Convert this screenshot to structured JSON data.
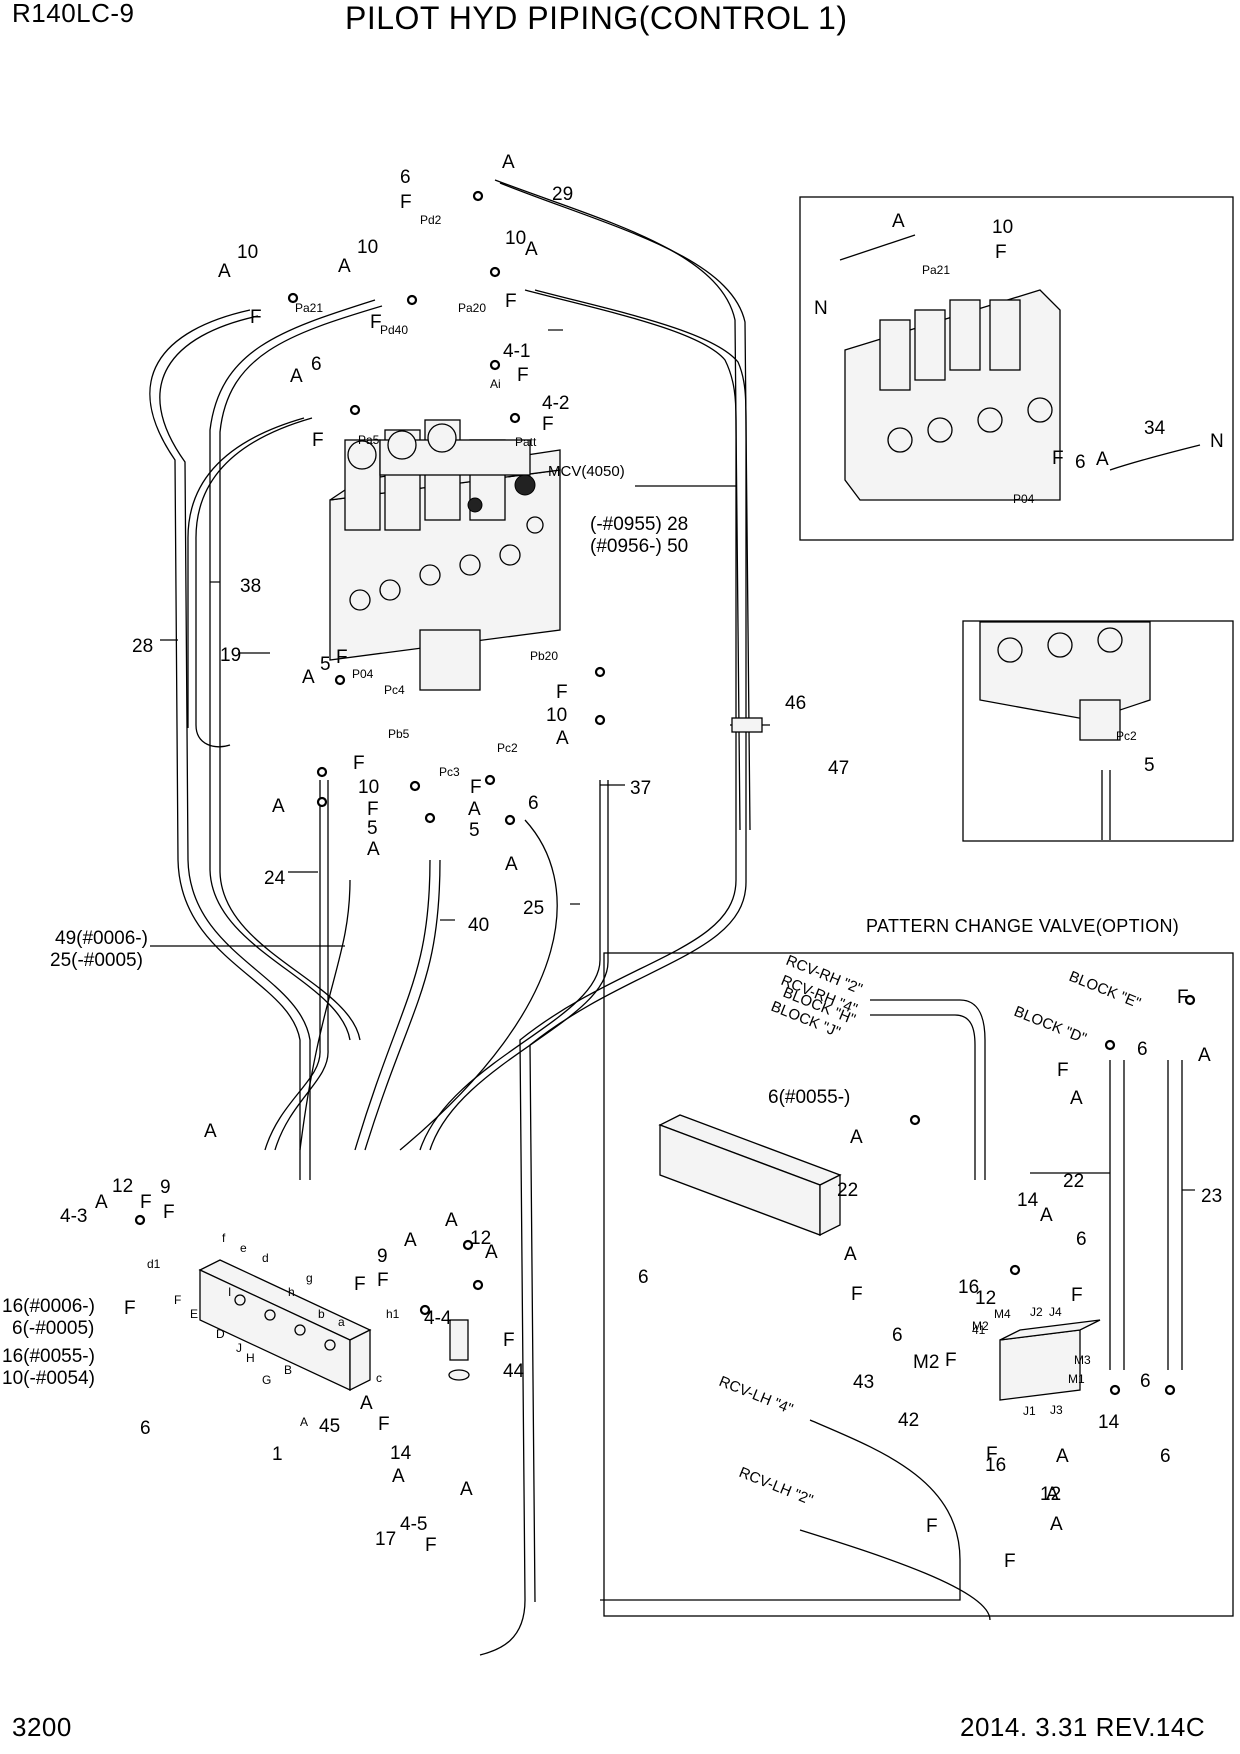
{
  "header": {
    "model": "R140LC-9",
    "title": "PILOT HYD PIPING(CONTROL 1)"
  },
  "footer": {
    "page_number": "3200",
    "revision": "2014. 3.31  REV.14C"
  },
  "mcv_label": "MCV(4050)",
  "hose_note_28_50": [
    "(-#0955) 28",
    "(#0956-) 50"
  ],
  "hose_note_49_25": [
    "49(#0006-)",
    "25(-#0005)"
  ],
  "pattern_change_title": "PATTERN CHANGE VALVE(OPTION)",
  "block_left_notes": [
    "16(#0006-)",
    "6(-#0005)",
    "16(#0055-)",
    "10(-#0054)"
  ],
  "pcv_notes": {
    "rcv_rh_2": "RCV-RH \"2\"",
    "rcv_rh_4": "RCV-RH \"4\"",
    "block_h": "BLOCK \"H\"",
    "block_j": "BLOCK \"J\"",
    "block_e": "BLOCK \"E\"",
    "block_d": "BLOCK \"D\"",
    "six_0055": "6(#0055-)",
    "rcv_lh_4": "RCV-LH \"4\"",
    "rcv_lh_2": "RCV-LH \"2\""
  },
  "port_labels": [
    "Pd2",
    "Pa21",
    "Pd40",
    "Pa20",
    "Ai",
    "Pa5",
    "Patt",
    "P04",
    "Pc4",
    "Pb5",
    "Pc3",
    "Pc2",
    "Pb20",
    "d1",
    "h1",
    "a",
    "b",
    "c",
    "d",
    "e",
    "f",
    "g",
    "h",
    "A",
    "B",
    "D",
    "E",
    "F",
    "G",
    "H",
    "J",
    "I",
    "M1",
    "M2",
    "M3",
    "M4",
    "J1",
    "J2",
    "J3",
    "J4"
  ],
  "callouts": {
    "main": [
      "6",
      "A",
      "F",
      "29",
      "10",
      "A",
      "F",
      "10",
      "A",
      "F",
      "10",
      "A",
      "F",
      "4-1",
      "F",
      "4-2",
      "F",
      "6",
      "A",
      "F",
      "38",
      "19",
      "28",
      "A",
      "5",
      "F",
      "46",
      "47",
      "37",
      "F",
      "10",
      "A",
      "F",
      "10",
      "A",
      "F",
      "5",
      "A",
      "F",
      "5",
      "A",
      "6",
      "A",
      "24",
      "40",
      "25",
      "A",
      "9",
      "F",
      "A",
      "9",
      "F",
      "F",
      "12",
      "A",
      "F",
      "4-3",
      "A",
      "12",
      "A",
      "4-4",
      "F",
      "F",
      "44",
      "45",
      "1",
      "6",
      "A",
      "F",
      "14",
      "F",
      "17",
      "4-5",
      "A",
      "A",
      "F"
    ],
    "inset_top": [
      "A",
      "10",
      "F",
      "N",
      "6",
      "F",
      "A",
      "34",
      "N",
      "P04",
      "Pa21"
    ],
    "inset_mid": [
      "Pc2",
      "5"
    ],
    "pcv": [
      "F",
      "6",
      "A",
      "F",
      "A",
      "6",
      "22",
      "A",
      "22",
      "23",
      "14",
      "A",
      "6",
      "A",
      "16",
      "12",
      "F",
      "F",
      "6",
      "F",
      "41",
      "M2",
      "43",
      "42",
      "14",
      "F",
      "A",
      "6",
      "6",
      "A",
      "F",
      "16",
      "A",
      "12",
      "F",
      "A"
    ]
  }
}
